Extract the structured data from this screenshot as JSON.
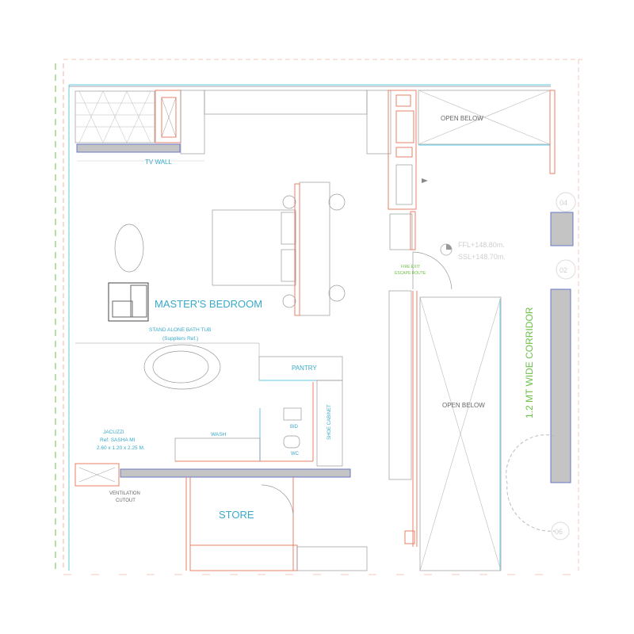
{
  "plan": {
    "labels": {
      "tv_wall": "TV WALL",
      "open_below_top": "OPEN BELOW",
      "open_below_main": "OPEN BELOW",
      "ffl": "FFL+148.80m.",
      "ssl": "SSL+148.70m.",
      "fire_exit_1": "FIRE EXIT",
      "fire_exit_2": "ESCAPE ROUTE",
      "masters_bedroom": "MASTER'S BEDROOM",
      "bath_tub_1": "STAND ALONE BATH TUB",
      "bath_tub_2": "(Suppliers Ref.)",
      "pantry": "PANTRY",
      "shoe_cabinet": "SHOE CABINET",
      "bid": "BID",
      "wc": "WC",
      "wash": "WASH",
      "jacuzzi_1": "JACUZZI",
      "jacuzzi_2": "Ref: SASHA MI",
      "jacuzzi_3": "2.60 x 1.20 x 2.25 M.",
      "ventilation_1": "VENTILATION",
      "ventilation_2": "CUTOUT",
      "store": "STORE",
      "corridor": "1.2 MT WIDE CORRIDOR"
    },
    "grid_bubbles": [
      "04",
      "02",
      "06"
    ],
    "colors": {
      "room_label": "#3aa9c9",
      "exit_label": "#6cc04a",
      "wall_line": "#e8806a",
      "concrete": "#c4c4c4",
      "glazing": "#7fd3e6"
    }
  }
}
